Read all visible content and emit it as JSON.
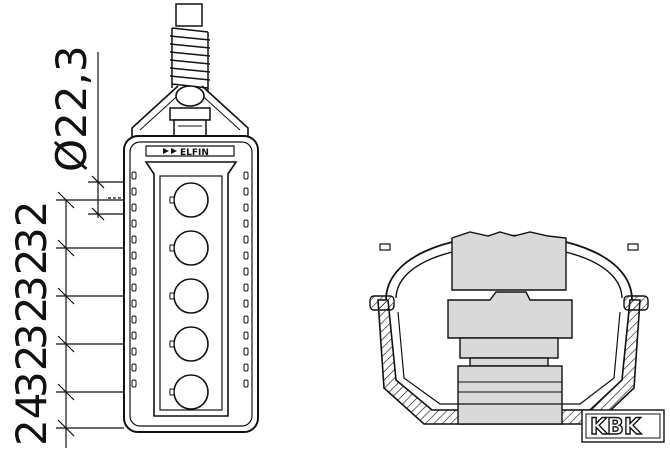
{
  "dimensions": {
    "diameter": "Ø22,3",
    "spacing_labels": [
      "24",
      "32",
      "32",
      "32",
      "32"
    ]
  },
  "pendant": {
    "brand_text": "ELFIN",
    "button_count": 5
  },
  "watermark": {
    "text": "KBK"
  }
}
